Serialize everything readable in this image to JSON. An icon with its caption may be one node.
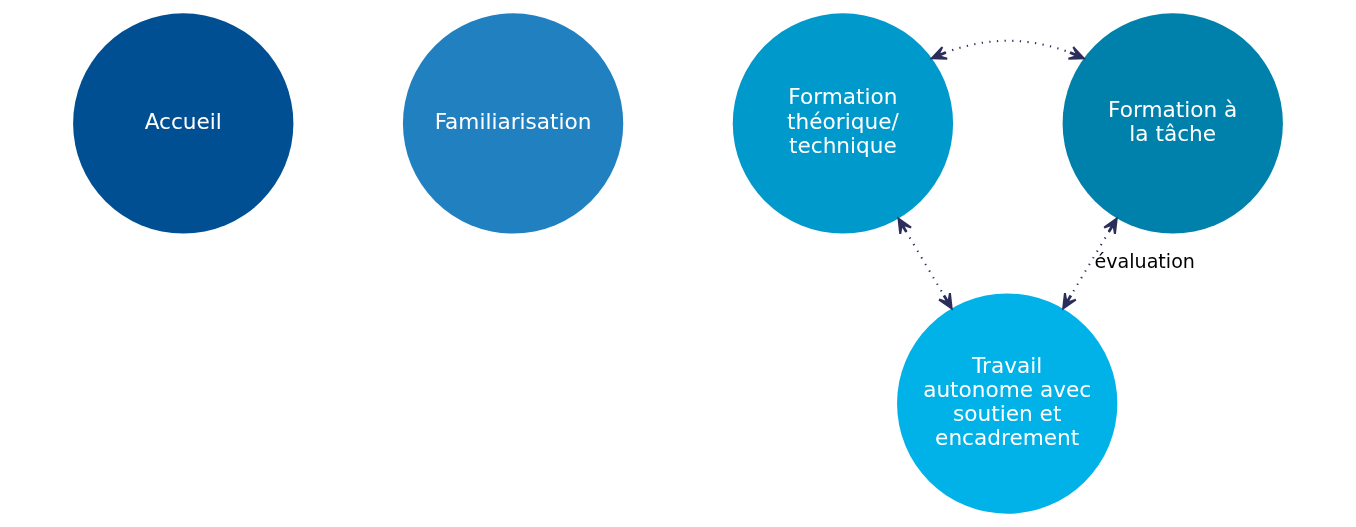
{
  "diagram": {
    "nodes": [
      {
        "text": [
          "Accueil"
        ]
      },
      {
        "text": [
          "Familiarisation"
        ]
      },
      {
        "text": [
          "Formation théorique/ technique"
        ]
      },
      {
        "text": [
          "Formation à la tâche"
        ]
      },
      {
        "text": [
          "Travail autonome avec soutien et encadrement"
        ]
      }
    ],
    "edges": [
      {
        "from": 2,
        "to": 3,
        "arrow": "both"
      },
      {
        "from": 2,
        "to": 4,
        "arrow": "both"
      },
      {
        "from": 3,
        "to": 4,
        "arrow": "both",
        "label": "évaluation"
      }
    ]
  }
}
